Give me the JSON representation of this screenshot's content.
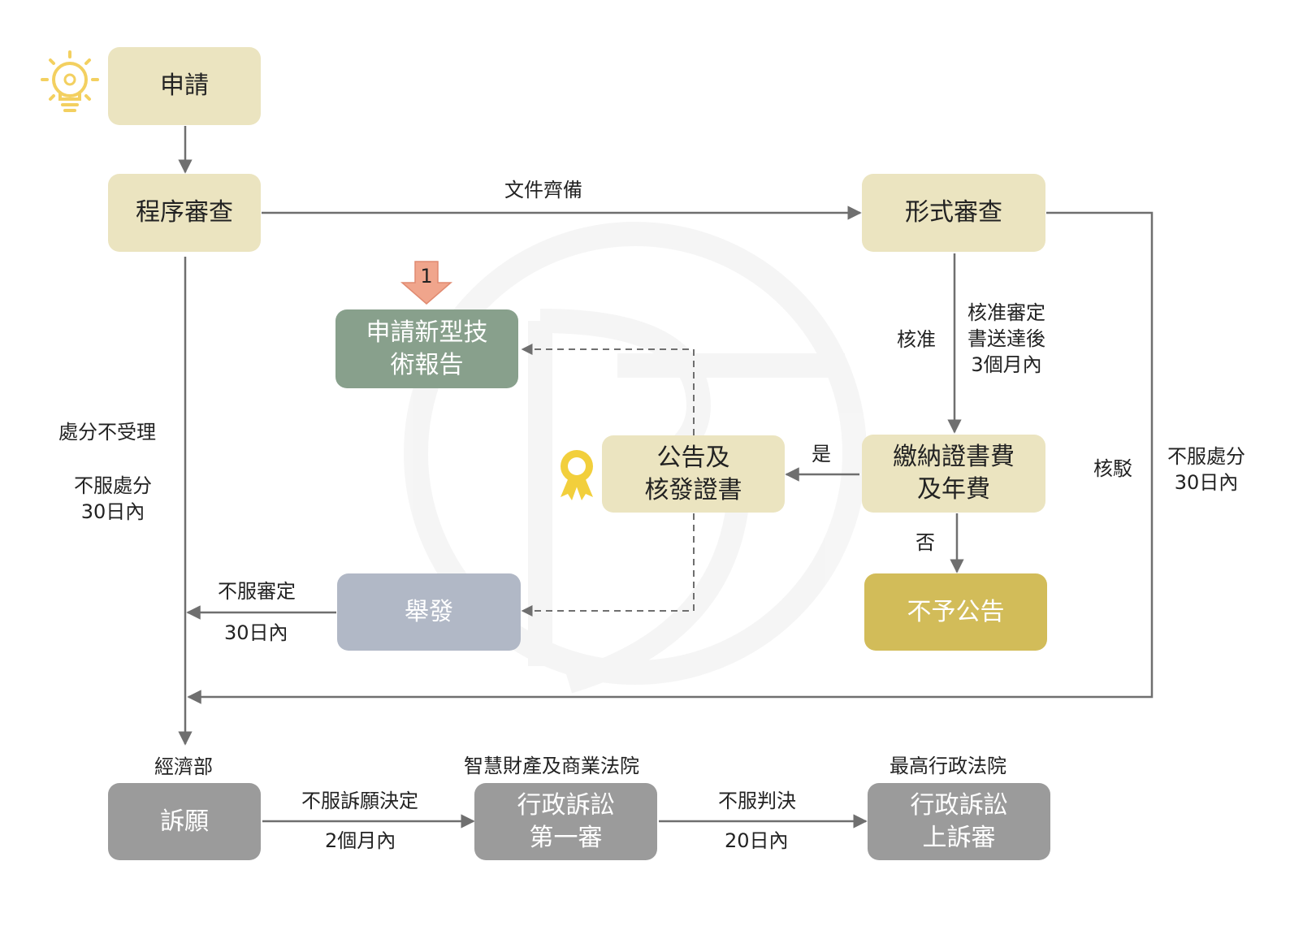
{
  "nodes": {
    "apply": "申請",
    "procedure_review": "程序審查",
    "formal_review": "形式審查",
    "tech_report": [
      "申請新型技",
      "術報告"
    ],
    "announce": [
      "公告及",
      "核發證書"
    ],
    "pay_fee": [
      "繳納證書費",
      "及年費"
    ],
    "no_announce": "不予公告",
    "invalidation": "舉發",
    "appeal": "訴願",
    "admin_first": [
      "行政訴訟",
      "第一審"
    ],
    "admin_appeal": [
      "行政訴訟",
      "上訴審"
    ]
  },
  "labels": {
    "docs_complete": "文件齊備",
    "approve": "核准",
    "approve_deadline": [
      "核准審定",
      "書送達後",
      "3個月內"
    ],
    "yes": "是",
    "no": "否",
    "reject": "核駁",
    "disagree_right": [
      "不服處分",
      "30日內"
    ],
    "not_accepted": "處分不受理",
    "disagree_left": [
      "不服處分",
      "30日內"
    ],
    "disagree_decision": "不服審定",
    "days_30": "30日內",
    "moea": "經濟部",
    "disagree_appeal": "不服訴願決定",
    "months_2": "2個月內",
    "ip_court": "智慧財產及商業法院",
    "disagree_judgment": "不服判決",
    "days_20": "20日內",
    "supreme_admin_court": "最高行政法院",
    "step_number": "1"
  },
  "colors": {
    "beige": "#ebe4c0",
    "green": "#88a08c",
    "blue_gray": "#b1b8c6",
    "gold": "#d2bc59",
    "gray": "#9b9b9b",
    "arrow": "#6f6f6f",
    "bulb": "#f3d060",
    "step_arrow": "#f0a58c",
    "ribbon": "#f2cf3c"
  },
  "icons": {
    "bulb": "lightbulb-gear-icon",
    "ribbon": "award-ribbon-icon",
    "step": "down-arrow-step-icon",
    "watermark": "pt-logo-watermark"
  }
}
